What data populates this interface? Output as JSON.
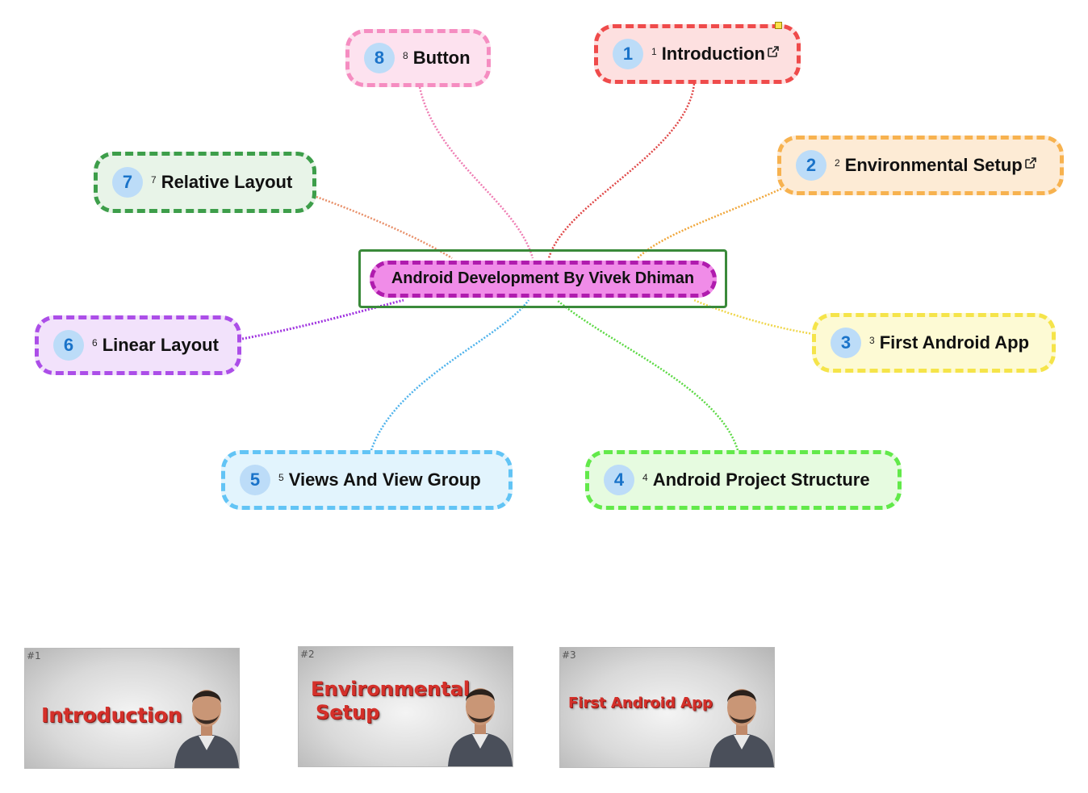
{
  "central": {
    "title": "Android Development By Vivek Dhiman"
  },
  "topics": [
    {
      "id": "t1",
      "badge": "1",
      "index": "1",
      "label": "Introduction",
      "has_link": true,
      "border": "#ef4b4b",
      "fill": "#fde0e0",
      "line": "#e04848"
    },
    {
      "id": "t2",
      "badge": "2",
      "index": "2",
      "label": "Environmental Setup",
      "has_link": true,
      "border": "#f7b24f",
      "fill": "#fdebd5",
      "line": "#f0a63a"
    },
    {
      "id": "t3",
      "badge": "3",
      "index": "3",
      "label": "First Android App",
      "has_link": false,
      "border": "#f5e44a",
      "fill": "#fdfad4",
      "line": "#efd64a"
    },
    {
      "id": "t4",
      "badge": "4",
      "index": "4",
      "label": "Android Project Structure",
      "has_link": false,
      "border": "#62e94a",
      "fill": "#e6fbe0",
      "line": "#5cd944"
    },
    {
      "id": "t5",
      "badge": "5",
      "index": "5",
      "label": "Views And View Group",
      "has_link": false,
      "border": "#62c4f5",
      "fill": "#e2f4fd",
      "line": "#4fb3ec"
    },
    {
      "id": "t6",
      "badge": "6",
      "index": "6",
      "label": "Linear Layout",
      "has_link": false,
      "border": "#ac4ee8",
      "fill": "#f2e2fb",
      "line": "#a034e0"
    },
    {
      "id": "t7",
      "badge": "7",
      "index": "7",
      "label": "Relative Layout",
      "has_link": false,
      "border": "#3d9e4a",
      "fill": "#e8f4e8",
      "line": "#e8906a"
    },
    {
      "id": "t8",
      "badge": "8",
      "index": "8",
      "label": "Button",
      "has_link": false,
      "border": "#f58dc1",
      "fill": "#fde2ef",
      "line": "#ef7db3"
    }
  ],
  "thumbnails": [
    {
      "tag": "#1",
      "title_line1": "Introduction",
      "title_line2": ""
    },
    {
      "tag": "#2",
      "title_line1": "Environmental",
      "title_line2": "Setup"
    },
    {
      "tag": "#3",
      "title_line1": "First Android App",
      "title_line2": ""
    }
  ],
  "icons": {
    "external_link": "external-link-icon",
    "person": "presenter-photo"
  }
}
